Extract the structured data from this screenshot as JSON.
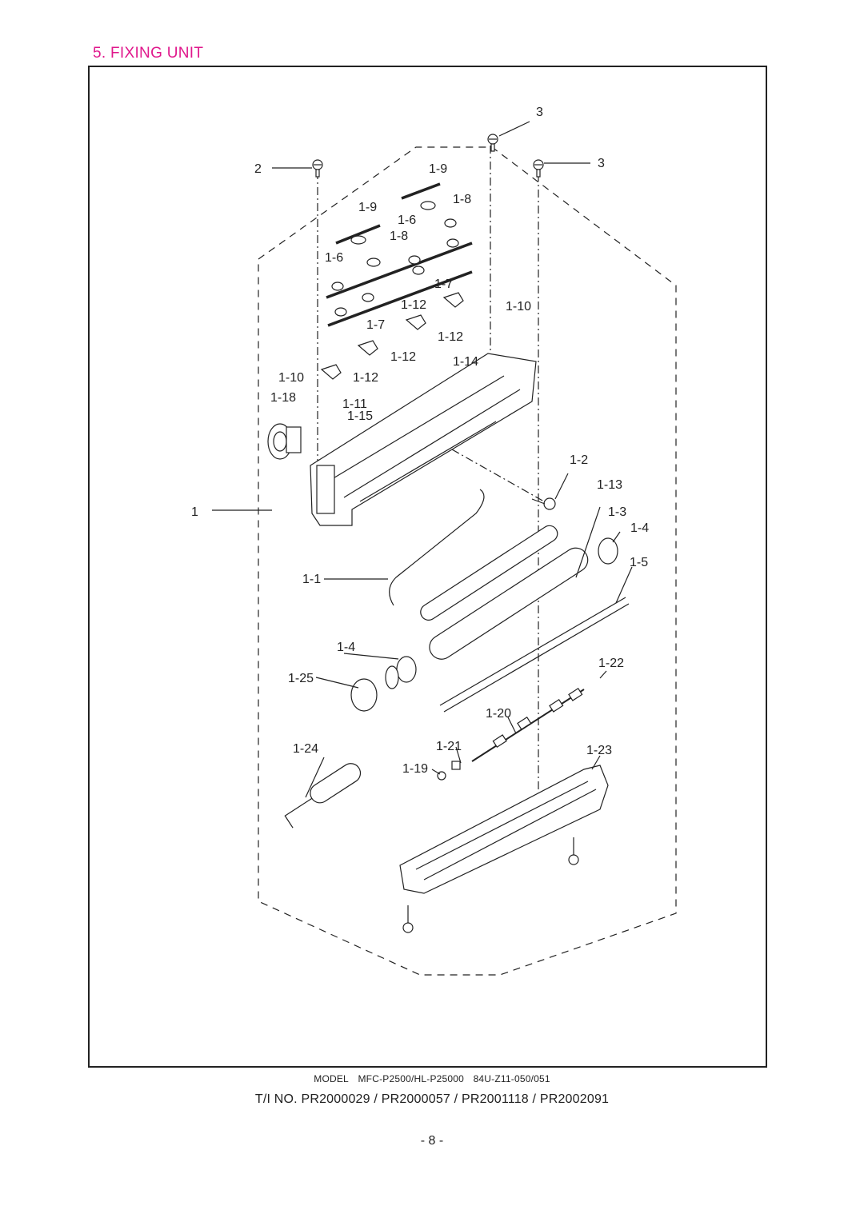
{
  "header": {
    "title": "5. FIXING UNIT"
  },
  "callouts": [
    {
      "id": "c-3a",
      "text": "3"
    },
    {
      "id": "c-3b",
      "text": "3"
    },
    {
      "id": "c-2",
      "text": "2"
    },
    {
      "id": "c-1-9a",
      "text": "1-9"
    },
    {
      "id": "c-1-9b",
      "text": "1-9"
    },
    {
      "id": "c-1-8a",
      "text": "1-8"
    },
    {
      "id": "c-1-8b",
      "text": "1-8"
    },
    {
      "id": "c-1-6a",
      "text": "1-6"
    },
    {
      "id": "c-1-6b",
      "text": "1-6"
    },
    {
      "id": "c-1-7a",
      "text": "1-7"
    },
    {
      "id": "c-1-7b",
      "text": "1-7"
    },
    {
      "id": "c-1-12a",
      "text": "1-12"
    },
    {
      "id": "c-1-12b",
      "text": "1-12"
    },
    {
      "id": "c-1-12c",
      "text": "1-12"
    },
    {
      "id": "c-1-12d",
      "text": "1-12"
    },
    {
      "id": "c-1-10a",
      "text": "1-10"
    },
    {
      "id": "c-1-10b",
      "text": "1-10"
    },
    {
      "id": "c-1-14",
      "text": "1-14"
    },
    {
      "id": "c-1-18",
      "text": "1-18"
    },
    {
      "id": "c-1-11",
      "text": "1-11"
    },
    {
      "id": "c-1-15",
      "text": "1-15"
    },
    {
      "id": "c-1-2",
      "text": "1-2"
    },
    {
      "id": "c-1-13",
      "text": "1-13"
    },
    {
      "id": "c-1",
      "text": "1"
    },
    {
      "id": "c-1-3",
      "text": "1-3"
    },
    {
      "id": "c-1-4a",
      "text": "1-4"
    },
    {
      "id": "c-1-5",
      "text": "1-5"
    },
    {
      "id": "c-1-1",
      "text": "1-1"
    },
    {
      "id": "c-1-4b",
      "text": "1-4"
    },
    {
      "id": "c-1-22",
      "text": "1-22"
    },
    {
      "id": "c-1-25",
      "text": "1-25"
    },
    {
      "id": "c-1-20",
      "text": "1-20"
    },
    {
      "id": "c-1-24",
      "text": "1-24"
    },
    {
      "id": "c-1-21",
      "text": "1-21"
    },
    {
      "id": "c-1-23",
      "text": "1-23"
    },
    {
      "id": "c-1-19",
      "text": "1-19"
    }
  ],
  "footer": {
    "model_label": "MODEL",
    "model_value": "MFC-P2500/HL-P25000",
    "model_code": "84U-Z11-050/051",
    "ti_no": "T/I NO. PR2000029 / PR2000057 / PR2001118 / PR2002091",
    "page_number": "- 8 -"
  },
  "colors": {
    "title": "#e0188c",
    "ink": "#222222"
  }
}
